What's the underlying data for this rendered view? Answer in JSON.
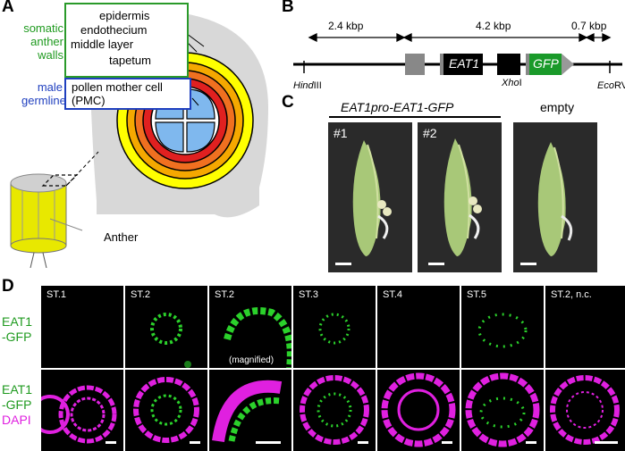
{
  "panels": {
    "A": {
      "letter": "A",
      "labels": {
        "somatic": "somatic anther walls",
        "epidermis": "epidermis",
        "endothecium": "endothecium",
        "middle": "middle layer",
        "tapetum": "tapetum",
        "male": "male germline",
        "pmc": "pollen mother cell (PMC)",
        "anther": "Anther"
      },
      "colors": {
        "epidermis": "#ffff00",
        "endothecium": "#f5a800",
        "middle": "#f07020",
        "tapetum": "#e02020",
        "pmc": "#7fb8ee",
        "somatic_box": "#2a9a2a",
        "germline_box": "#1f3fbf"
      }
    },
    "B": {
      "letter": "B",
      "distances": [
        "2.4 kbp",
        "4.2 kbp",
        "0.7 kbp"
      ],
      "genes": {
        "eat1": "EAT1",
        "gfp": "GFP"
      },
      "sites": {
        "hind_italic": "Hind",
        "hind_rest": "III",
        "xho_italic": "Xho",
        "xho_rest": "I",
        "eco_italic": "Eco",
        "eco_rest": "RV"
      }
    },
    "C": {
      "letter": "C",
      "construct": "EAT1pro-EAT1-GFP",
      "empty": "empty",
      "photos": [
        "#1",
        "#2",
        ""
      ]
    },
    "D": {
      "letter": "D",
      "row1_label": "EAT1 -GFP",
      "row1_line1": "EAT1",
      "row1_line2": "-GFP",
      "row2_line1": "EAT1",
      "row2_line2": "-GFP",
      "row2_line3": "DAPI",
      "stages": [
        "ST.1",
        "ST.2",
        "ST.2",
        "ST.3",
        "ST.4",
        "ST.5",
        "ST.2, n.c."
      ],
      "magnified": "(magnified)"
    }
  }
}
